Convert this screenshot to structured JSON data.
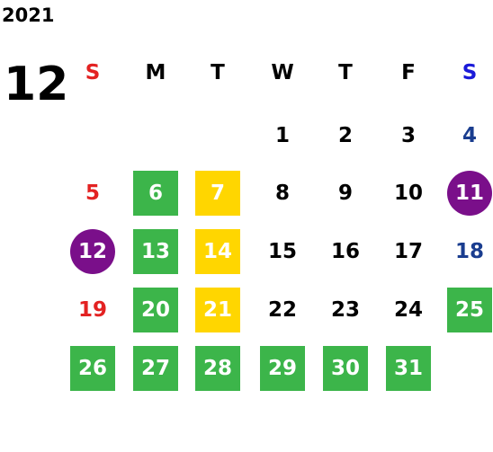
{
  "calendar": {
    "year": "2021",
    "month": "12",
    "weekdays": [
      "S",
      "M",
      "T",
      "W",
      "T",
      "F",
      "S"
    ],
    "colors": {
      "sunday_text": "#e32222",
      "saturday_header": "#1a1ad9",
      "saturday_text": "#1a3d8f",
      "green": "#3cb54a",
      "yellow": "#ffd600",
      "purple": "#7a0f8a"
    },
    "weeks": [
      [
        {
          "day": "",
          "style": "none"
        },
        {
          "day": "",
          "style": "none"
        },
        {
          "day": "",
          "style": "none"
        },
        {
          "day": "1",
          "style": "plain"
        },
        {
          "day": "2",
          "style": "plain"
        },
        {
          "day": "3",
          "style": "plain"
        },
        {
          "day": "4",
          "style": "saturday"
        }
      ],
      [
        {
          "day": "5",
          "style": "sunday"
        },
        {
          "day": "6",
          "style": "green"
        },
        {
          "day": "7",
          "style": "yellow"
        },
        {
          "day": "8",
          "style": "plain"
        },
        {
          "day": "9",
          "style": "plain"
        },
        {
          "day": "10",
          "style": "plain"
        },
        {
          "day": "11",
          "style": "purple"
        }
      ],
      [
        {
          "day": "12",
          "style": "purple"
        },
        {
          "day": "13",
          "style": "green"
        },
        {
          "day": "14",
          "style": "yellow"
        },
        {
          "day": "15",
          "style": "plain"
        },
        {
          "day": "16",
          "style": "plain"
        },
        {
          "day": "17",
          "style": "plain"
        },
        {
          "day": "18",
          "style": "saturday"
        }
      ],
      [
        {
          "day": "19",
          "style": "sunday"
        },
        {
          "day": "20",
          "style": "green"
        },
        {
          "day": "21",
          "style": "yellow"
        },
        {
          "day": "22",
          "style": "plain"
        },
        {
          "day": "23",
          "style": "plain"
        },
        {
          "day": "24",
          "style": "plain"
        },
        {
          "day": "25",
          "style": "green"
        }
      ],
      [
        {
          "day": "26",
          "style": "green"
        },
        {
          "day": "27",
          "style": "green"
        },
        {
          "day": "28",
          "style": "green"
        },
        {
          "day": "29",
          "style": "green"
        },
        {
          "day": "30",
          "style": "green"
        },
        {
          "day": "31",
          "style": "green"
        },
        {
          "day": "",
          "style": "none"
        }
      ]
    ]
  }
}
